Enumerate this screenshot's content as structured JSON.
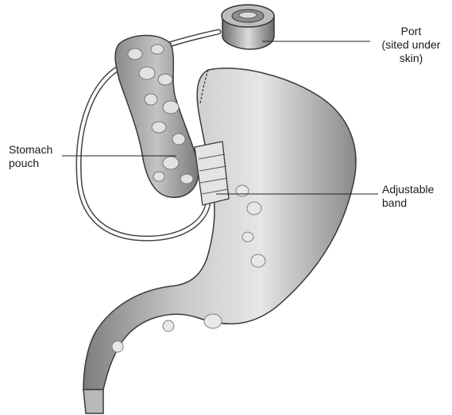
{
  "labels": {
    "port": {
      "lines": [
        "Port",
        "(sited under",
        "skin)"
      ]
    },
    "stomach_pouch": {
      "lines": [
        "Stomach",
        "pouch"
      ]
    },
    "adjustable_band": {
      "lines": [
        "Adjustable",
        "band"
      ]
    }
  },
  "colors": {
    "stomach_fill": "#c9c9c9",
    "stomach_shadow": "#8e8e8e",
    "stomach_highlight": "#ececec",
    "tubing": "#ffffff",
    "outline": "#3a3a3a",
    "leader_line": "#222222"
  }
}
